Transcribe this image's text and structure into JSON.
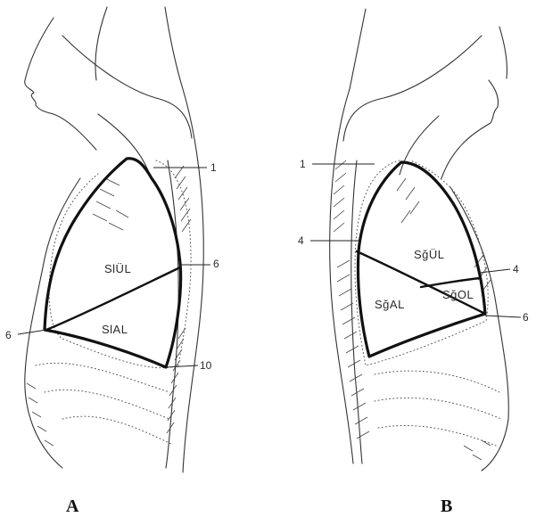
{
  "figure_a": {
    "caption": "A",
    "lobes": {
      "upper": "SlÜL",
      "lower": "SlAL"
    },
    "markers": {
      "m1": "1",
      "m6_right": "6",
      "m6_left": "6",
      "m10": "10"
    }
  },
  "figure_b": {
    "caption": "B",
    "lobes": {
      "upper": "SğÜL",
      "middle": "SğOL",
      "lower": "SğAL"
    },
    "markers": {
      "m1": "1",
      "m4_left": "4",
      "m4_right": "4",
      "m6": "6"
    }
  },
  "colors": {
    "ink": "#111111",
    "paper": "#ffffff"
  }
}
